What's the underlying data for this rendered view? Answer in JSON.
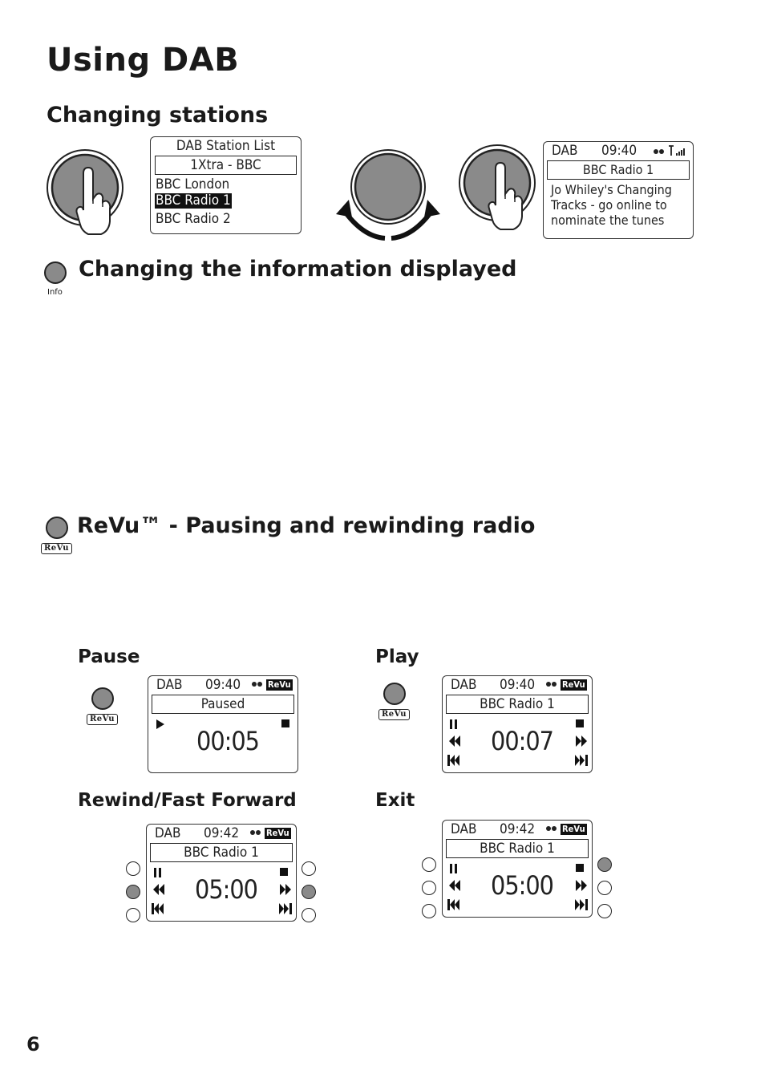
{
  "page": {
    "title": "Using DAB",
    "page_number": "6"
  },
  "sections": {
    "changing_stations": "Changing stations",
    "changing_info": "Changing the information displayed",
    "info_label": "Info",
    "revu": "ReVu™ - Pausing and rewinding radio",
    "revu_tag": "ReVu"
  },
  "station_list_display": {
    "header": "DAB  Station List",
    "selected_box": "1Xtra - BBC",
    "items": [
      "BBC London",
      "BBC Radio 1",
      "BBC Radio 2"
    ]
  },
  "now_playing_display": {
    "source": "DAB",
    "time": "09:40",
    "station": "BBC Radio 1",
    "text": [
      "Jo Whiley's Changing",
      "Tracks  - go online to",
      "nominate the tunes"
    ]
  },
  "steps": {
    "pause": {
      "label": "Pause",
      "source": "DAB",
      "time": "09:40",
      "badge": "ReVu",
      "box": "Paused",
      "counter": "00:05"
    },
    "play": {
      "label": "Play",
      "source": "DAB",
      "time": "09:40",
      "badge": "ReVu",
      "box": "BBC Radio 1",
      "counter": "00:07"
    },
    "rewind": {
      "label": "Rewind/Fast Forward",
      "source": "DAB",
      "time": "09:42",
      "badge": "ReVu",
      "box": "BBC Radio 1",
      "counter": "05:00"
    },
    "exit": {
      "label": "Exit",
      "source": "DAB",
      "time": "09:42",
      "badge": "ReVu",
      "box": "BBC Radio 1",
      "counter": "05:00"
    }
  },
  "icons": {
    "push_knob": "hand-press-icon",
    "rotate_knob": "rotate-arrows-icon",
    "signal": "signal-strength-icon",
    "stereo": "stereo-icon",
    "play": "play-icon",
    "pause": "pause-icon",
    "stop": "stop-icon",
    "rewind": "rewind-icon",
    "fast_forward": "fast-forward-icon",
    "skip_back": "skip-back-icon",
    "skip_forward": "skip-forward-icon"
  },
  "colors": {
    "button_grey": "#8a8a8a",
    "ink": "#1a1a1a"
  }
}
